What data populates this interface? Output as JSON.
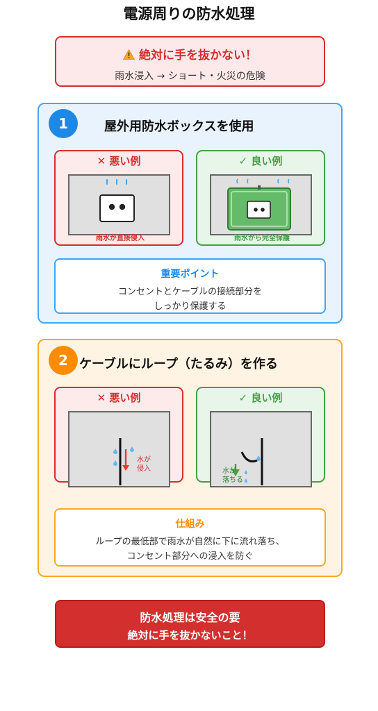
{
  "title": "電源周りの防水処理",
  "warning": {
    "heading": "絶対に手を抜かない！",
    "subtext": "雨水浸入 → ショート・火災の危険"
  },
  "section1": {
    "number": "1",
    "title": "屋外用防水ボックスを使用",
    "bad": {
      "label": "✕ 悪い例",
      "caption": "雨水が直接侵入"
    },
    "good": {
      "label": "✓ 良い例",
      "caption": "雨水から完全保護"
    },
    "point": {
      "heading": "重要ポイント",
      "line1": "コンセントとケーブルの接続部分を",
      "line2": "しっかり保護する"
    }
  },
  "section2": {
    "number": "2",
    "title": "ケーブルにループ（たるみ）を作る",
    "bad": {
      "label": "✕ 悪い例",
      "caption_line1": "水が",
      "caption_line2": "侵入"
    },
    "good": {
      "label": "✓ 良い例",
      "caption_line1": "水が",
      "caption_line2": "落ちる"
    },
    "mechanism": {
      "heading": "仕組み",
      "line1": "ループの最低部で雨水が自然に下に流れ落ち、",
      "line2": "コンセント部分への浸入を防ぐ"
    }
  },
  "footer": {
    "line1": "防水処理は安全の要",
    "line2": "絶対に手を抜かないこと！"
  },
  "colors": {
    "danger": "#d32f2f",
    "safe": "#43a047",
    "section1_accent": "#1e88e5",
    "section2_accent": "#fb8c00",
    "water": "#42a5f5"
  },
  "icons": [
    "warning-icon",
    "outlet-icon",
    "waterproof-box-icon",
    "raindrop-icon",
    "down-arrow-icon",
    "cable-loop-icon"
  ]
}
